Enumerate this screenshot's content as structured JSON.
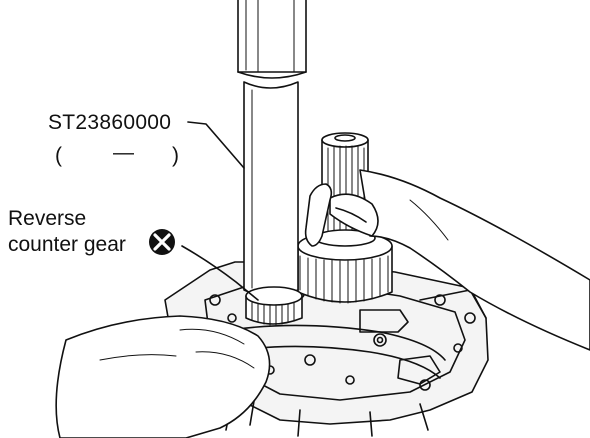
{
  "callouts": {
    "tool_number": "ST23860000",
    "tool_paren_open": "(",
    "tool_paren_dash": "—",
    "tool_paren_close": ")",
    "gear_label_line1": "Reverse",
    "gear_label_line2": "counter gear"
  },
  "icons": {
    "do_not_reuse": "circled-x-icon"
  },
  "colors": {
    "ink": "#111111",
    "background": "#ffffff"
  }
}
